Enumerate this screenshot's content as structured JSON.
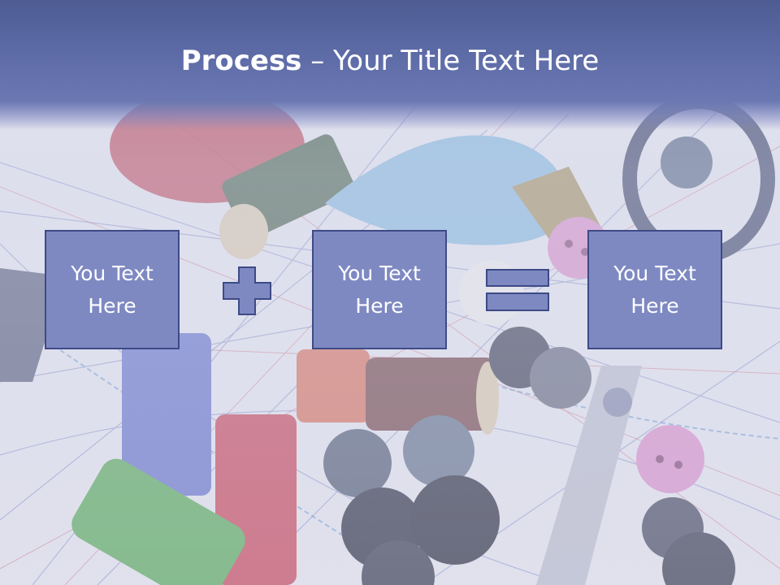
{
  "slide": {
    "title_bold": "Process",
    "title_rest": " – Your Title Text Here"
  },
  "process": {
    "boxes": [
      {
        "line1": "You Text",
        "line2": "Here"
      },
      {
        "line1": "You Text",
        "line2": "Here"
      },
      {
        "line1": "You Text",
        "line2": "Here"
      }
    ],
    "operators": [
      "plus-icon",
      "equals-icon"
    ]
  },
  "colors": {
    "title_band": "#5c6aa6",
    "box_fill": "#7e89c2",
    "box_border": "#3e4a86",
    "operator_fill": "#7e89c2"
  }
}
